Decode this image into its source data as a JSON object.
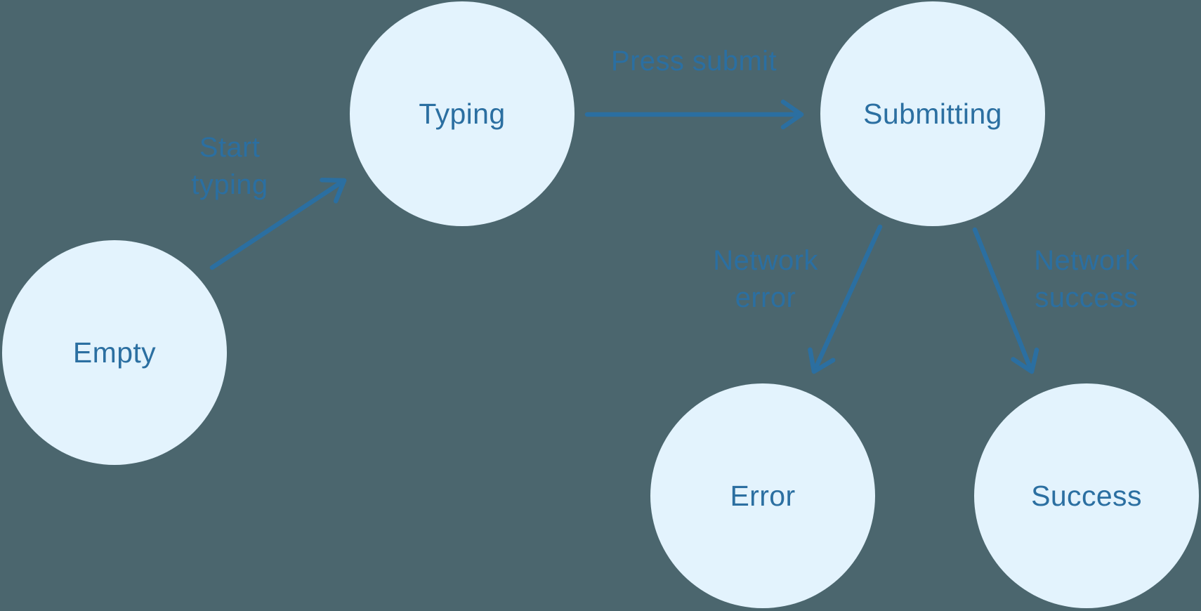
{
  "colors": {
    "background": "#4B666E",
    "node_fill": "#E3F3FD",
    "accent_blue": "#2B6FA1"
  },
  "nodes": [
    {
      "id": "empty",
      "label": "Empty"
    },
    {
      "id": "typing",
      "label": "Typing"
    },
    {
      "id": "submitting",
      "label": "Submitting"
    },
    {
      "id": "error",
      "label": "Error"
    },
    {
      "id": "success",
      "label": "Success"
    }
  ],
  "edges": [
    {
      "from": "Empty",
      "to": "Typing",
      "label": "Start typing",
      "label_line1": "Start",
      "label_line2": "typing"
    },
    {
      "from": "Typing",
      "to": "Submitting",
      "label": "Press submit",
      "label_line1": "Press submit"
    },
    {
      "from": "Submitting",
      "to": "Error",
      "label": "Network error",
      "label_line1": "Network",
      "label_line2": "error"
    },
    {
      "from": "Submitting",
      "to": "Success",
      "label": "Network success",
      "label_line1": "Network",
      "label_line2": "success"
    }
  ]
}
